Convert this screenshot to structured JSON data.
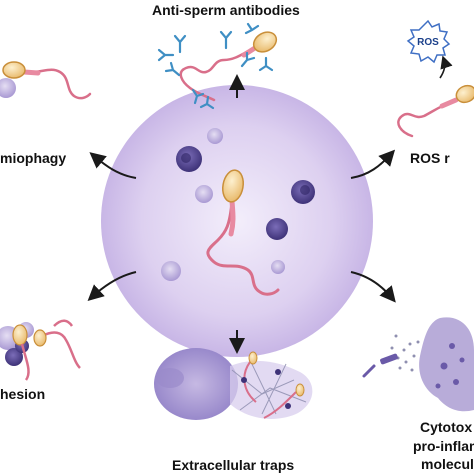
{
  "labels": {
    "top": "Anti-sperm antibodies",
    "left": "miophagy",
    "right": "ROS r",
    "bottom_left": "hesion",
    "bottom": "Extracellular traps",
    "bottom_right_1": "Cytotox",
    "bottom_right_2": "pro-inflamm",
    "bottom_right_3": "molecul"
  },
  "ros_badge": "ROS",
  "colors": {
    "circle_center": "#ece4f7",
    "circle_edge": "#c9b8e6",
    "sperm_tail": "#d96f8a",
    "sperm_head": "#f3cf86",
    "cell_dark": "#5b4d96",
    "cell_light": "#b8acd9",
    "antibody": "#3f8fc4",
    "arrow": "#1a1a1a"
  }
}
